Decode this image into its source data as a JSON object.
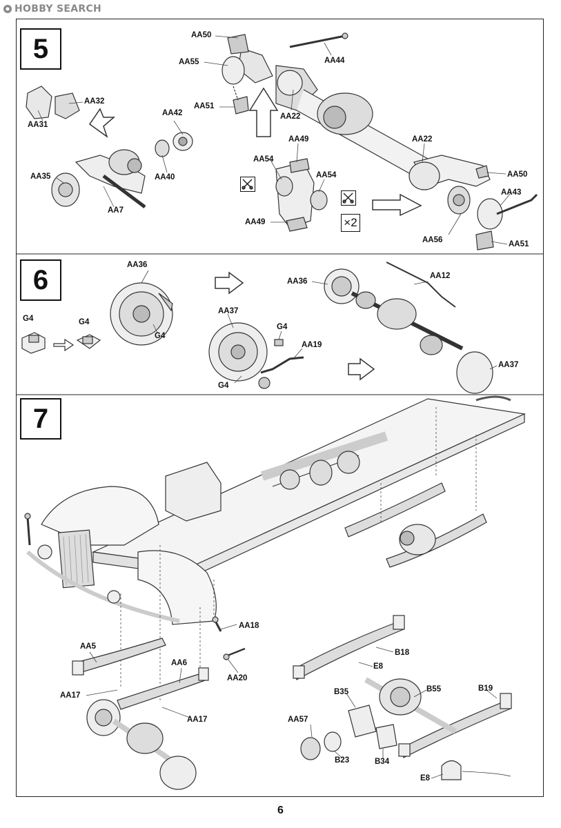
{
  "watermark": {
    "text": "HOBBY SEARCH"
  },
  "steps": [
    "5",
    "6",
    "7"
  ],
  "multiplier": "×2",
  "labels": {
    "s5": {
      "aa50_top": "AA50",
      "aa44": "AA44",
      "aa55": "AA55",
      "aa51_top": "AA51",
      "aa22_top": "AA22",
      "aa31": "AA31",
      "aa32": "AA32",
      "aa42": "AA42",
      "aa40": "AA40",
      "aa35": "AA35",
      "aa7": "AA7",
      "aa49_top": "AA49",
      "aa54_left": "AA54",
      "aa54_right": "AA54",
      "aa49_bottom": "AA49",
      "aa22_right": "AA22",
      "aa50_right": "AA50",
      "aa43": "AA43",
      "aa56": "AA56",
      "aa51_right": "AA51"
    },
    "s6": {
      "aa36_left": "AA36",
      "aa36_right": "AA36",
      "aa12": "AA12",
      "g4_a": "G4",
      "g4_b": "G4",
      "g4_c": "G4",
      "aa37_left": "AA37",
      "g4_d": "G4",
      "aa19": "AA19",
      "g4_e": "G4",
      "aa37_right": "AA37"
    },
    "s7": {
      "aa18": "AA18",
      "aa5": "AA5",
      "aa6": "AA6",
      "aa20": "AA20",
      "aa17_left": "AA17",
      "aa17_right": "AA17",
      "b18": "B18",
      "e8_top": "E8",
      "b35": "B35",
      "b55": "B55",
      "b19": "B19",
      "aa57": "AA57",
      "b23": "B23",
      "b34": "B34",
      "e8_bottom": "E8"
    }
  },
  "page_number": "6"
}
